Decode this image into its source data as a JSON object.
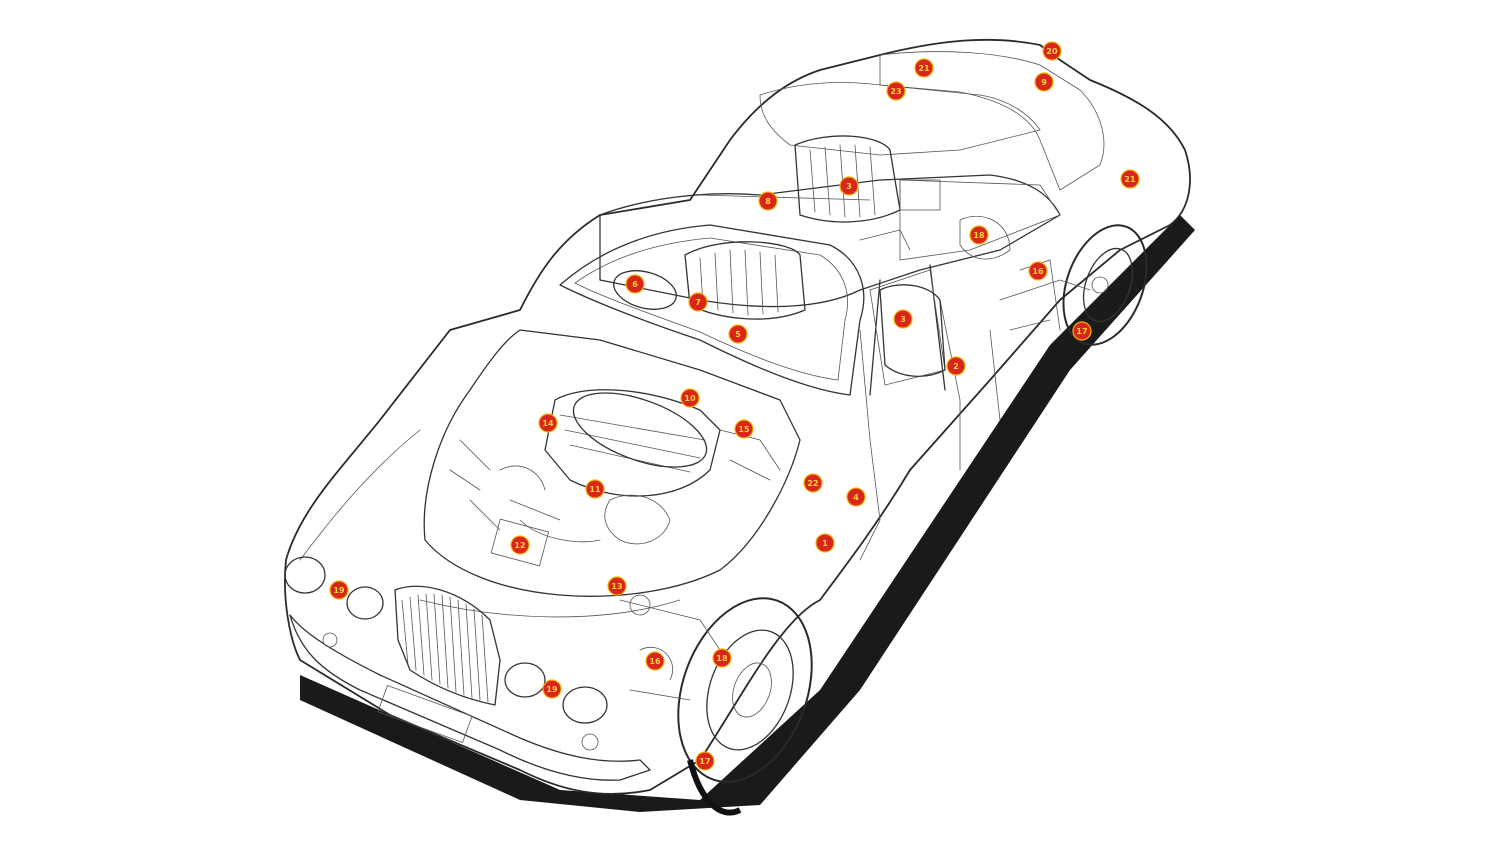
{
  "colors": {
    "callout_fill": "#d9261c",
    "callout_text": "#ffd43a",
    "ink": "#2a2a2a",
    "shadow": "#1a1a1a",
    "background": "#ffffff"
  },
  "callouts": [
    {
      "id": "c20",
      "label": "20"
    },
    {
      "id": "c21a",
      "label": "21"
    },
    {
      "id": "c9a",
      "label": "9"
    },
    {
      "id": "c23",
      "label": "23"
    },
    {
      "id": "c21b",
      "label": "21"
    },
    {
      "id": "c3a",
      "label": "3"
    },
    {
      "id": "c8",
      "label": "8"
    },
    {
      "id": "c18a",
      "label": "18"
    },
    {
      "id": "c16a",
      "label": "16"
    },
    {
      "id": "c17a",
      "label": "17"
    },
    {
      "id": "c6",
      "label": "6"
    },
    {
      "id": "c7",
      "label": "7"
    },
    {
      "id": "c5",
      "label": "5"
    },
    {
      "id": "c3b",
      "label": "3"
    },
    {
      "id": "c2",
      "label": "2"
    },
    {
      "id": "c10",
      "label": "10"
    },
    {
      "id": "c14",
      "label": "14"
    },
    {
      "id": "c15",
      "label": "15"
    },
    {
      "id": "c22",
      "label": "22"
    },
    {
      "id": "c4",
      "label": "4"
    },
    {
      "id": "c11",
      "label": "11"
    },
    {
      "id": "c1",
      "label": "1"
    },
    {
      "id": "c12",
      "label": "12"
    },
    {
      "id": "c19a",
      "label": "19"
    },
    {
      "id": "c13",
      "label": "13"
    },
    {
      "id": "c16b",
      "label": "16"
    },
    {
      "id": "c18b",
      "label": "18"
    },
    {
      "id": "c19b",
      "label": "19"
    },
    {
      "id": "c17b",
      "label": "17"
    }
  ]
}
